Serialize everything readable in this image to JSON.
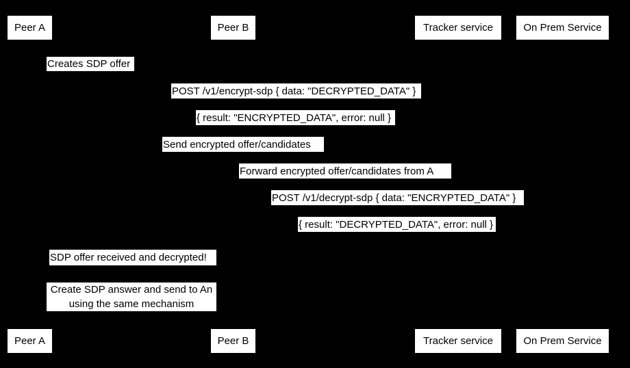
{
  "diagram": {
    "type": "sequence-diagram",
    "background_color": "#000000",
    "label_background_color": "#ffffff",
    "label_text_color": "#000000",
    "participants": [
      {
        "id": "peer-a",
        "label": "Peer A"
      },
      {
        "id": "peer-b",
        "label": "Peer B"
      },
      {
        "id": "tracker-service",
        "label": "Tracker service"
      },
      {
        "id": "on-prem-service",
        "label": "On Prem Service"
      }
    ],
    "messages": [
      {
        "id": "creates-sdp-offer",
        "text": "Creates SDP offer"
      },
      {
        "id": "post-encrypt-sdp",
        "text": "POST /v1/encrypt-sdp { data: \"DECRYPTED_DATA\" }"
      },
      {
        "id": "encrypt-sdp-result",
        "text": "{ result: \"ENCRYPTED_DATA\", error: null }"
      },
      {
        "id": "send-encrypted-offer",
        "text": "Send encrypted offer/candidates"
      },
      {
        "id": "forward-encrypted-offer",
        "text": "Forward encrypted offer/candidates from A"
      },
      {
        "id": "post-decrypt-sdp",
        "text": "POST /v1/decrypt-sdp { data: \"ENCRYPTED_DATA\" }"
      },
      {
        "id": "decrypt-sdp-result",
        "text": "{ result: \"DECRYPTED_DATA\", error: null }"
      },
      {
        "id": "sdp-offer-received",
        "text": "SDP offer received and decrypted!"
      },
      {
        "id": "create-sdp-answer-line1",
        "text": "Create SDP answer and send to An"
      },
      {
        "id": "create-sdp-answer-line2",
        "text": "using the same mechanism"
      }
    ]
  }
}
